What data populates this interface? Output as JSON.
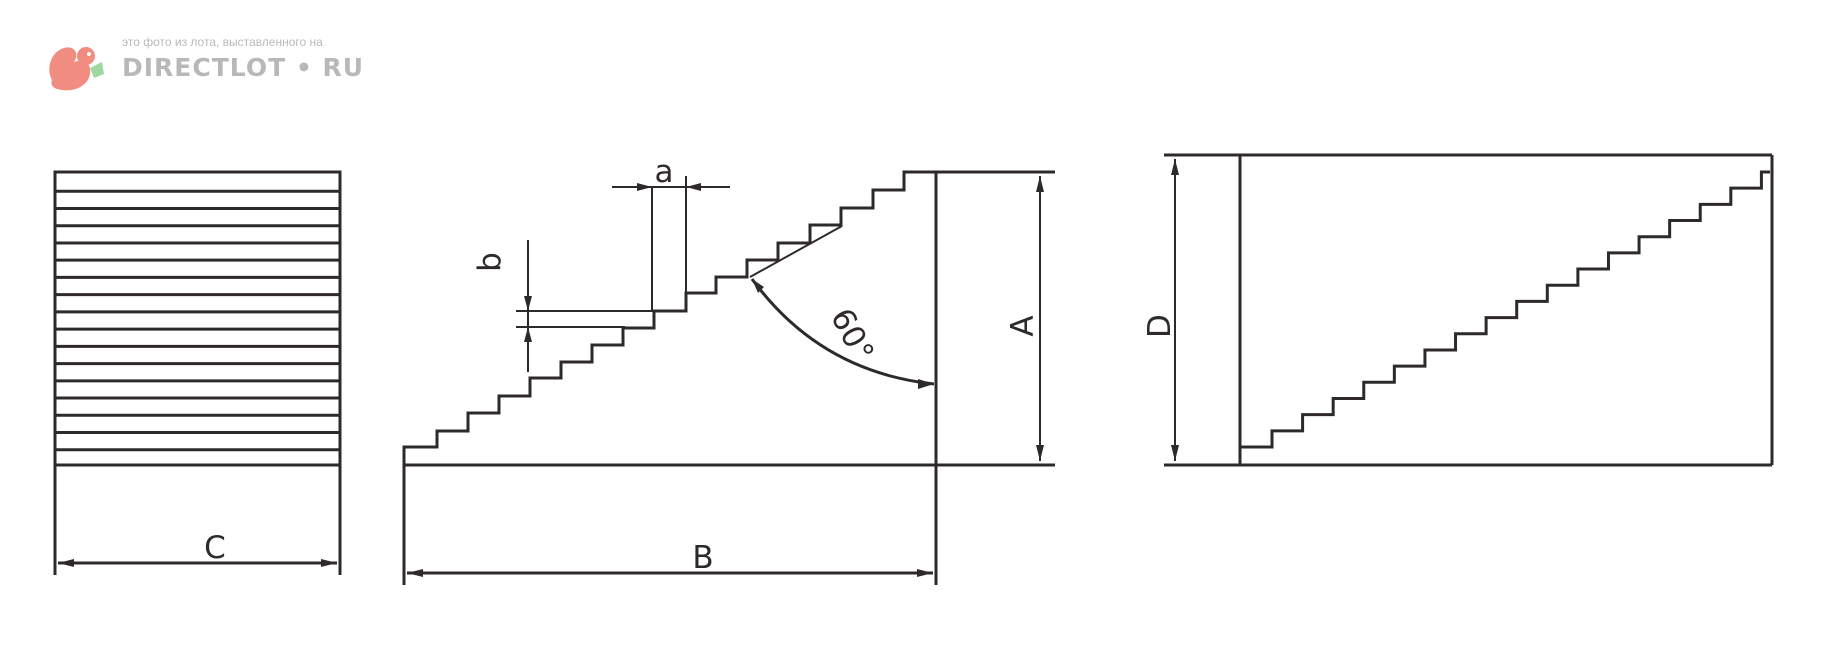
{
  "watermark": {
    "caption": "это фото из лота, выставленного на",
    "brand": "DIRECTLOT • RU",
    "icon": "squirrel-logo-icon"
  },
  "labels": {
    "C": "C",
    "B": "B",
    "A": "A",
    "D": "D",
    "a": "a",
    "b": "b",
    "angle": "60°"
  },
  "colors": {
    "line": "#2e2a2a",
    "watermark": "#b8b8b8",
    "logo_red": "#f08c80",
    "logo_green": "#9fd7a0"
  }
}
